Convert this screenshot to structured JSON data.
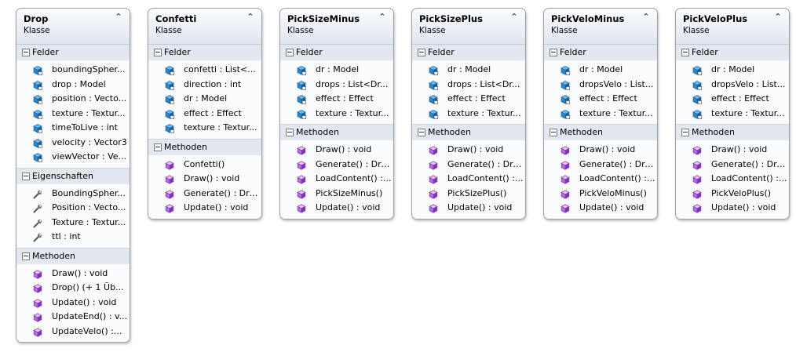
{
  "classes": [
    {
      "name": "Drop",
      "kind": "Klasse",
      "sections": [
        {
          "title": "Felder",
          "type": "field",
          "items": [
            "boundingSpher...",
            "drop : Model",
            "position : Vecto...",
            "texture : Textur...",
            "timeToLive : int",
            "velocity : Vector3",
            "viewVector : Ve..."
          ]
        },
        {
          "title": "Eigenschaften",
          "type": "property",
          "items": [
            "BoundingSpher...",
            "Position : Vecto...",
            "Texture : Textur...",
            "ttl : int"
          ]
        },
        {
          "title": "Methoden",
          "type": "method",
          "items": [
            "Draw() : void",
            "Drop() (+ 1 Üb...",
            "Update() : void",
            "UpdateEnd() : v...",
            "UpdateVelo() :..."
          ]
        }
      ]
    },
    {
      "name": "Confetti",
      "kind": "Klasse",
      "sections": [
        {
          "title": "Felder",
          "type": "field",
          "items": [
            "confetti : List<...",
            "direction : int",
            "dr : Model",
            "effect : Effect",
            "texture : Textur..."
          ]
        },
        {
          "title": "Methoden",
          "type": "method",
          "items": [
            "Confetti()",
            "Draw() : void",
            "Generate() : Drop",
            "Update() : void"
          ]
        }
      ]
    },
    {
      "name": "PickSizeMinus",
      "kind": "Klasse",
      "sections": [
        {
          "title": "Felder",
          "type": "field",
          "items": [
            "dr : Model",
            "drops : List<Dr...",
            "effect : Effect",
            "texture : Textur..."
          ]
        },
        {
          "title": "Methoden",
          "type": "method",
          "items": [
            "Draw() : void",
            "Generate() : Drop",
            "LoadContent() :...",
            "PickSizeMinus()",
            "Update() : void"
          ]
        }
      ]
    },
    {
      "name": "PickSizePlus",
      "kind": "Klasse",
      "sections": [
        {
          "title": "Felder",
          "type": "field",
          "items": [
            "dr : Model",
            "drops : List<Dr...",
            "effect : Effect",
            "texture : Textur..."
          ]
        },
        {
          "title": "Methoden",
          "type": "method",
          "items": [
            "Draw() : void",
            "Generate() : Drop",
            "LoadContent() :...",
            "PickSizePlus()",
            "Update() : void"
          ]
        }
      ]
    },
    {
      "name": "PickVeloMinus",
      "kind": "Klasse",
      "sections": [
        {
          "title": "Felder",
          "type": "field",
          "items": [
            "dr : Model",
            "dropsVelo : List...",
            "effect : Effect",
            "texture : Textur..."
          ]
        },
        {
          "title": "Methoden",
          "type": "method",
          "items": [
            "Draw() : void",
            "Generate() : Drop",
            "LoadContent() :...",
            "PickVeloMinus()",
            "Update() : void"
          ]
        }
      ]
    },
    {
      "name": "PickVeloPlus",
      "kind": "Klasse",
      "sections": [
        {
          "title": "Felder",
          "type": "field",
          "items": [
            "dr : Model",
            "dropsVelo : List...",
            "effect : Effect",
            "texture : Textur..."
          ]
        },
        {
          "title": "Methoden",
          "type": "method",
          "items": [
            "Draw() : void",
            "Generate() : Drop",
            "LoadContent() :...",
            "PickVeloPlus()",
            "Update() : void"
          ]
        }
      ]
    }
  ],
  "icons": {
    "field": "field-icon",
    "property": "property-icon",
    "method": "method-icon",
    "collapse": "chevron-up-icon"
  }
}
